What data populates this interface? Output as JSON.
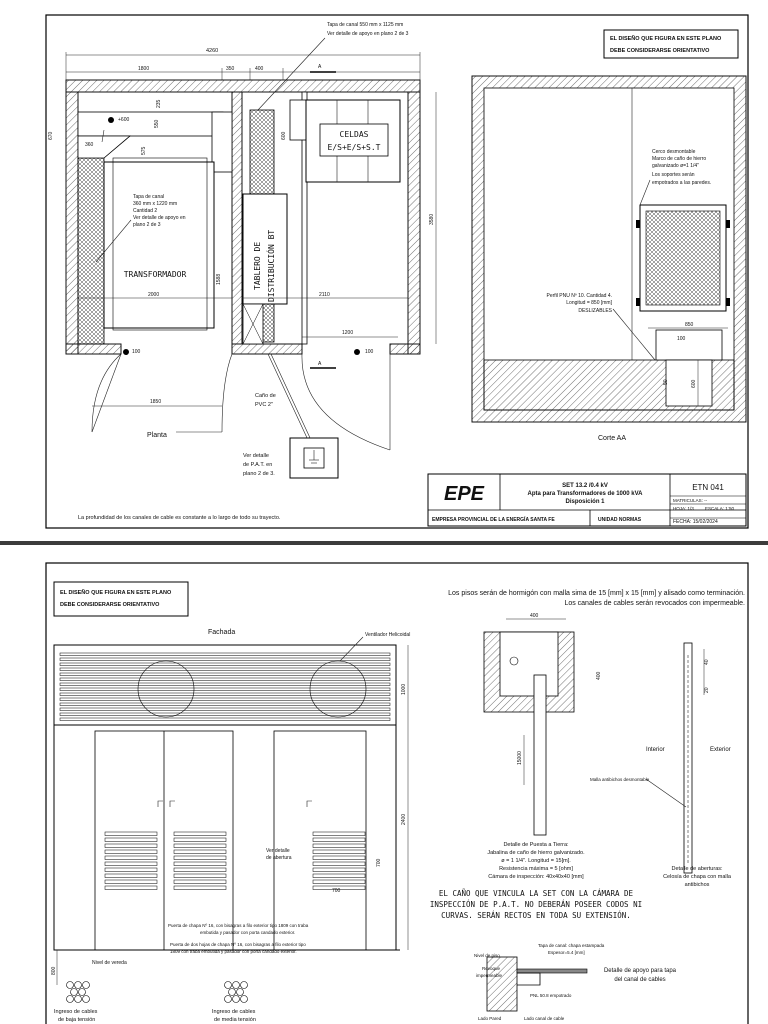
{
  "sheet1": {
    "notice": [
      "EL DISEÑO QUE FIGURA EN ESTE PLANO",
      "DEBE CONSIDERARSE ORIENTATIVO"
    ],
    "canal_note": [
      "Tapa de canal 550 mm x 1125 mm",
      "Ver detalle de apoyo en plano 2 de 3"
    ],
    "dims": {
      "total_width": "4260",
      "d1800": "1800",
      "d350": "350",
      "d400": "400",
      "d670": "670",
      "d235": "235",
      "d360": "360",
      "d550": "550",
      "d575": "575",
      "d600": "600",
      "d1588": "1588",
      "d3580": "3580",
      "d2000": "2000",
      "d2110": "2110",
      "d1200": "1200",
      "d1850": "1850",
      "d600b": "600",
      "level_600": "+600",
      "level_100a": "100",
      "level_100b": "100"
    },
    "section_marks": {
      "a_top": "A",
      "a_bottom": "A"
    },
    "celdas": [
      "CELDAS",
      "E/S+E/S+S.T"
    ],
    "tapa_canal": [
      "Tapa de canal",
      "360 mm x 1220 mm",
      "Cantidad 2",
      "Ver detalle de apoyo en",
      "plano 2 de 3"
    ],
    "transformador": "TRANSFORMADOR",
    "tablero": [
      "TABLERO DE",
      "DISTRIBUCIÓN BT"
    ],
    "planta": "Planta",
    "cano_pvc": [
      "Caño de",
      "PVC 2\""
    ],
    "ver_pat": [
      "Ver detalle",
      "de P.A.T. en",
      "plano 2 de 3."
    ],
    "cerco_note": [
      "Cerco desmontable",
      "Marco de caño de hierro",
      "galvanizado ø=1 1/4\"",
      "Los soportes serán",
      "empotrados a las paredes."
    ],
    "perfil_note": [
      "Perfil PNU Nº 10. Cantidad 4.",
      "Longitud = 850 [mm]",
      "DESLIZABLES"
    ],
    "corte_dims": {
      "d850": "850",
      "d100": "100",
      "d50": "50",
      "d600": "600"
    },
    "corte_aa": "Corte AA",
    "footer_note": "La profundidad de los canales de cable es constante a lo largo de todo su trayecto.",
    "title_block": {
      "logo": "EPE",
      "line1": "SET 13.2 /0.4 kV",
      "line2": "Apta para Transformadores de 1000 kVA",
      "line3": "Disposición 1",
      "etn": "ETN 041",
      "matriculas": "MATRICULAS: --",
      "hoja": "HOJA: 1/3",
      "escala": "ESCALA: 1:50",
      "fecha": "FECHA: 15/02/2024",
      "empresa": "EMPRESA PROVINCIAL DE LA ENERGÍA SANTA FE",
      "unidad": "UNIDAD NORMAS"
    }
  },
  "sheet2": {
    "notice": [
      "EL DISEÑO QUE FIGURA EN ESTE PLANO",
      "DEBE CONSIDERARSE ORIENTATIVO"
    ],
    "pisos_note": [
      "Los pisos serán de hormigón con malla sima de 15 [mm] x 15 [mm] y alisado como terminación.",
      "Los canales de cables serán revocados con impermeable."
    ],
    "fachada": "Fachada",
    "ventilador": "Ventilador Helicoidal",
    "dims": {
      "d1000": "1000",
      "d2400": "2400",
      "d800": "800",
      "d700a": "700",
      "d700b": "700",
      "d400a": "400",
      "d400b": "400",
      "d15000": "15000",
      "d40": "40",
      "d20": "20"
    },
    "ver_abertura": [
      "Ver detalle",
      "de abertura"
    ],
    "puerta1": [
      "Puerta de chapa Nº 16, con bisagras a filo exterior tipo 1809 con traba",
      "embutida y pasador con porta candado exterior."
    ],
    "puerta2": [
      "Puerta de dos hojas de chapa Nº 16, con bisagras a filo exterior tipo",
      "1809 con traba embutida y pasador con porta candado exterior."
    ],
    "nivel_vereda": "Nivel de vereda",
    "ingreso_bt": [
      "Ingreso de cables",
      "de baja tensión"
    ],
    "ingreso_mt": [
      "Ingreso de cables",
      "de media tensión"
    ],
    "interior": "Interior",
    "exterior": "Exterior",
    "malla_note": "Malla antibichos desmontable",
    "pat_detail": [
      "Detalle de Puesta a Tierra:",
      "Jabalina de caño de hierro galvanizado.",
      "ø = 1 1/4\". Longitud = 15[m].",
      "Resistencia máxima = 5 [ohm]",
      "Cámara de inspección: 40x40x40 [mm]"
    ],
    "cano_note": [
      "EL CAÑO QUE VINCULA LA SET CON LA CÁMARA DE",
      "INSPECCIÓN DE P.A.T. NO DEBERÁN POSEER CODOS NI",
      "CURVAS. SERÁN RECTOS EN TODA SU EXTENSIÓN."
    ],
    "abertura_detail": [
      "Detalle de aberturas:",
      "Celosía de chapa con malla",
      "antibichos"
    ],
    "apoyo": {
      "nivel_piso": "Nivel de piso",
      "revoque": [
        "Revoque",
        "impermeable"
      ],
      "tapa": [
        "Tapa de canal: chapa estampada",
        "Espesor=5.4 [mm]"
      ],
      "pnl": "PNL 50.8 empotrado",
      "lado_pared": "Lado Pared",
      "lado_canal": "Lado canal de cable",
      "title": [
        "Detalle de apoyo para tapa",
        "del canal de cables"
      ]
    }
  }
}
